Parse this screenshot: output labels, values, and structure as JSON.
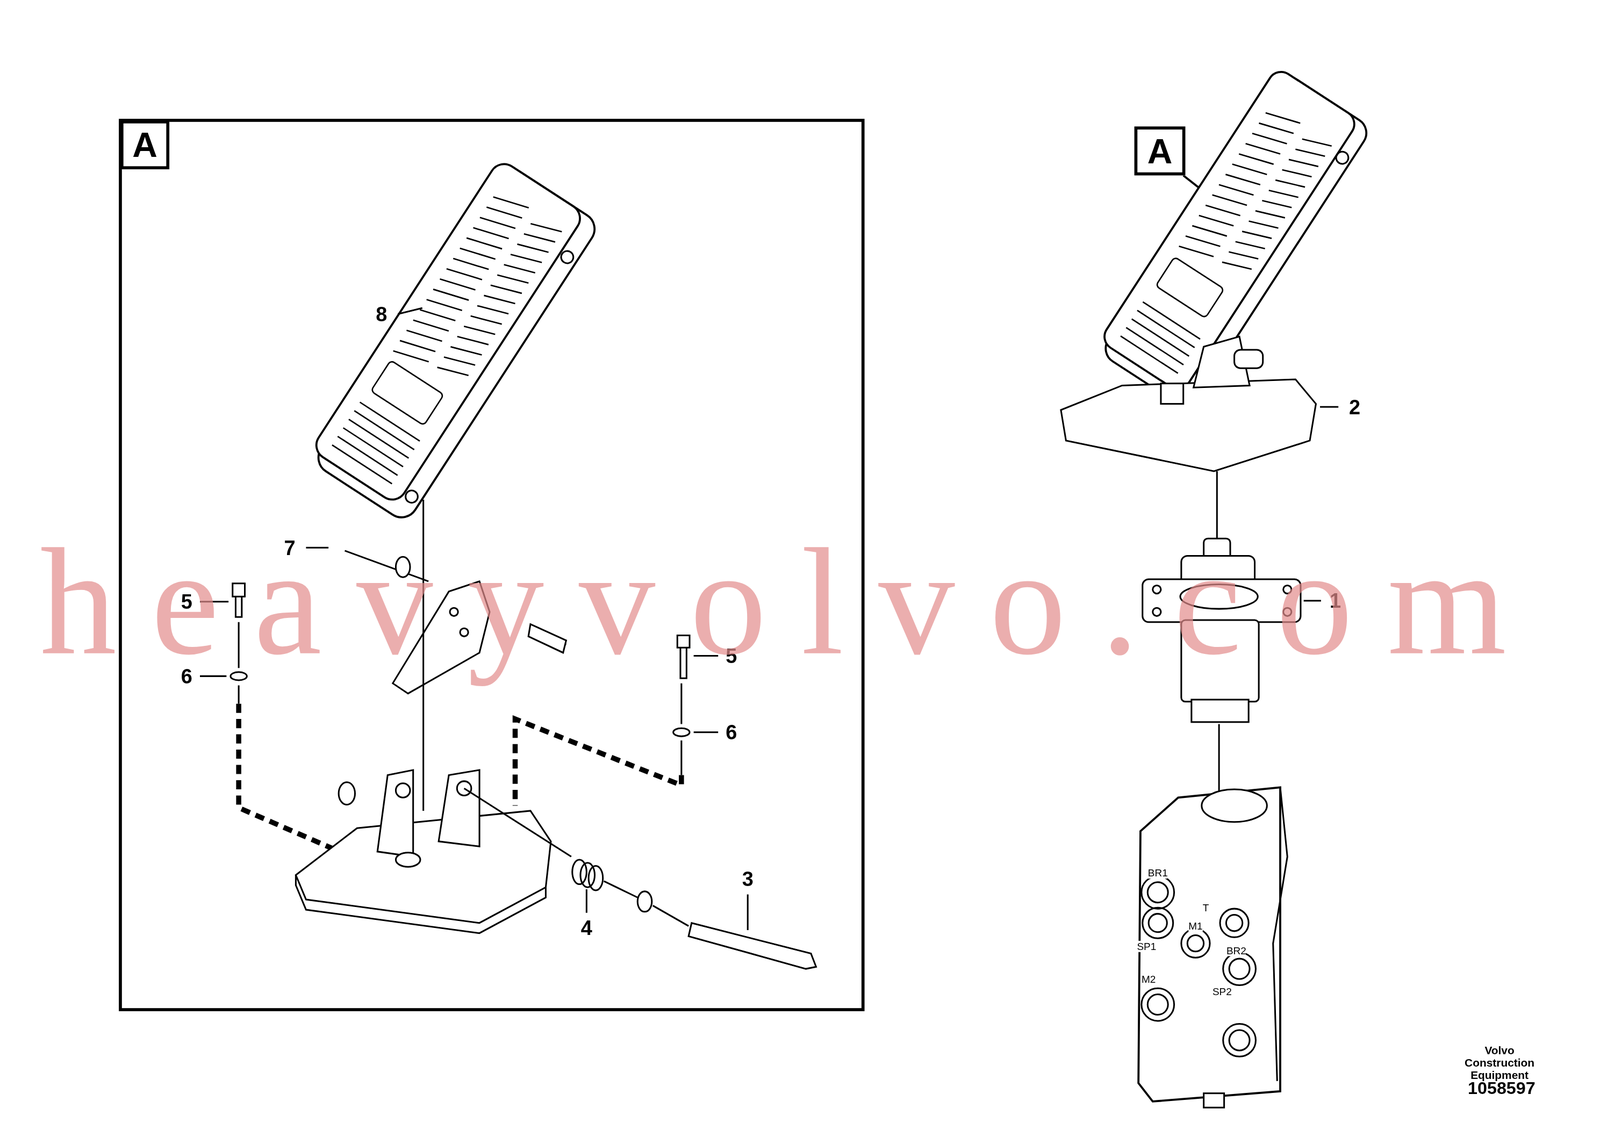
{
  "diagram": {
    "nodes": [
      {
        "text": [
          "A"
        ]
      },
      {
        "text": [
          "A"
        ]
      }
    ],
    "labels": [
      "8",
      "7",
      "5",
      "6",
      "5",
      "6",
      "4",
      "3",
      "2",
      "1",
      "BR1",
      "T",
      "M1",
      "SP1",
      "BR2",
      "M2",
      "SP2",
      "heavyvolvo.com",
      "Volvo Construction Equipment",
      "1058597"
    ]
  }
}
